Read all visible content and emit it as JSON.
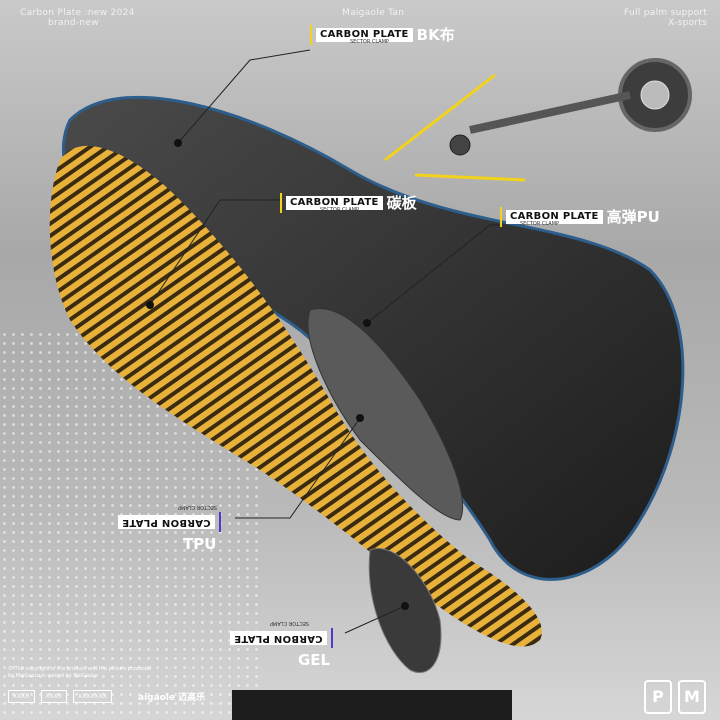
{
  "header": {
    "left_line1": "Carbon Plate :new 2024",
    "left_line2": "brand-new",
    "center": "Maigaole Tan",
    "right_line1": "Full palm support",
    "right_line2": "X-sports"
  },
  "callouts": [
    {
      "box": "CARBON PLATE",
      "sub": "SECTOR CLAMP",
      "cn": "BK布"
    },
    {
      "box": "CARBON PLATE",
      "sub": "SECTOR CLAMP",
      "cn": "碳板"
    },
    {
      "box": "CARBON PLATE",
      "sub": "SECTOR CLAMP",
      "cn": "高弹PU"
    },
    {
      "box": "CARBON PLATE",
      "sub": "SECTOR CLAMP",
      "cn": "TPU"
    },
    {
      "box": "CARBON PLATE",
      "sub": "SECTOR CLAMP",
      "cn": "GEL"
    }
  ],
  "footer": {
    "copyright1": "© The copyright of the product and the picture produced",
    "copyright2": "by MaiGaoLe is owned by MaiGaoLe",
    "chip1": "XXXR",
    "chip2": "XXXX",
    "chip3": "XXXXXXX",
    "brand": "aigaole 迈高乐",
    "logo1": "P",
    "logo2": "M"
  },
  "colors": {
    "carbon_yellow": "#e8b23a",
    "foam_dark": "#2a2a2a",
    "accent_blue": "#2d5e8c",
    "callout_yellow": "#f2d21a"
  }
}
